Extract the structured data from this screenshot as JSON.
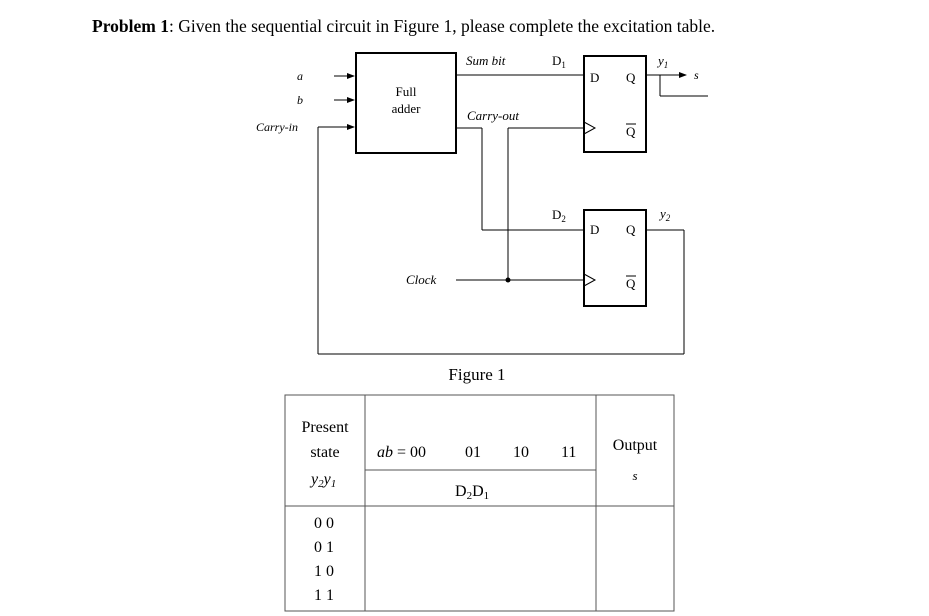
{
  "problem": {
    "label": "Problem 1",
    "text": ": Given the sequential circuit in Figure 1, please complete the excitation table."
  },
  "circuit": {
    "inputs": {
      "a": "a",
      "b": "b",
      "carry_in": "Carry-in"
    },
    "full_adder": {
      "line1": "Full",
      "line2": "adder"
    },
    "sum_bit": "Sum bit",
    "carry_out": "Carry-out",
    "clock": "Clock",
    "d1_label": "D",
    "d1_sub": "1",
    "d2_label": "D",
    "d2_sub": "2",
    "y1_label": "y",
    "y1_sub": "1",
    "y2_label": "y",
    "y2_sub": "2",
    "output_s": "s",
    "ff_d": "D",
    "ff_q": "Q",
    "ff_qbar": "Q"
  },
  "figure_caption": "Figure 1",
  "table": {
    "present_line1": "Present",
    "present_line2": "state",
    "state_var": "y",
    "state_sub1": "2",
    "state_sub2": "1",
    "ab_prefix": "ab = 00",
    "col_01": "01",
    "col_10": "10",
    "col_11": "11",
    "next_label": "D",
    "next_sub1": "2",
    "next_mid": "D",
    "next_sub2": "1",
    "output_header": "Output",
    "output_var": "s",
    "rows": [
      "0 0",
      "0 1",
      "1 0",
      "1 1"
    ]
  }
}
